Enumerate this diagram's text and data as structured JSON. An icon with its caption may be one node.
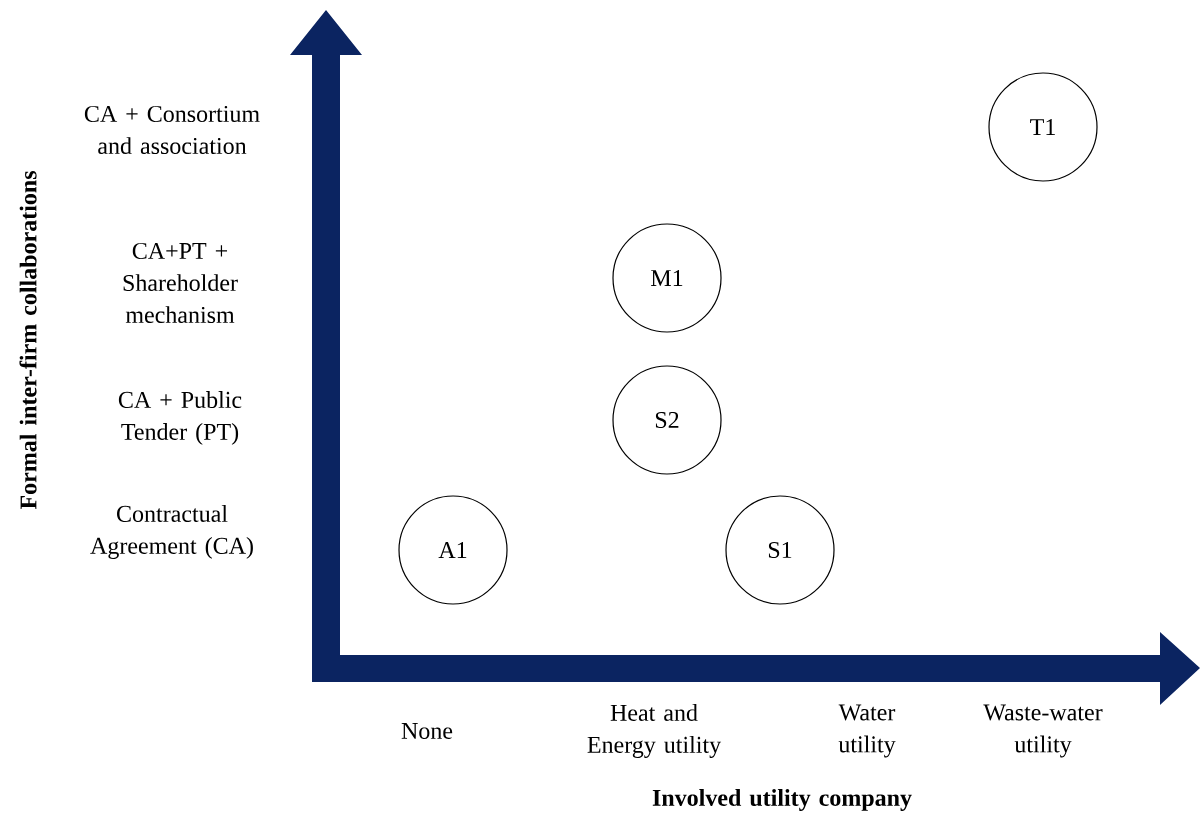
{
  "diagram": {
    "nodes": [
      {
        "text": [
          "T1"
        ]
      },
      {
        "text": [
          "M1"
        ]
      },
      {
        "text": [
          "S2"
        ]
      },
      {
        "text": [
          "A1"
        ]
      },
      {
        "text": [
          "S1"
        ]
      }
    ],
    "labels": [
      "CA + Consortium and association",
      "CA+PT + Shareholder mechanism",
      "CA + Public Tender (PT)",
      "Contractual Agreement (CA)",
      "Formal inter-firm collaborations",
      "None",
      "Heat and Energy utility",
      "Water utility",
      "Waste-water utility",
      "Involved utility company"
    ]
  }
}
